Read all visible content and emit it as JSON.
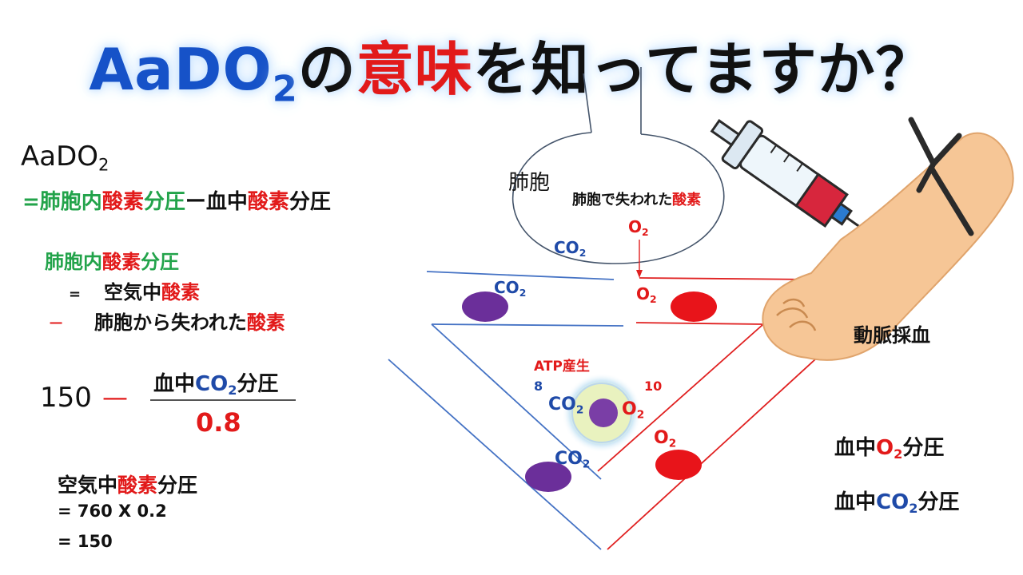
{
  "title": {
    "part1": "AaDO",
    "part1_sub": "2",
    "part2": "の",
    "part3": "意味",
    "part4": "を知ってますか？"
  },
  "formula": {
    "heading": "AaDO",
    "heading_sub": "2",
    "eq_prefix": "=",
    "eq_alv_inside": "肺胞内",
    "eq_acid_element": "酸素",
    "eq_partial": "分圧",
    "eq_dash": "ー",
    "eq_blood": "血中",
    "eq_acid_element2": "酸素",
    "eq_partial2": "分圧"
  },
  "alveolar": {
    "label_inside": "肺胞内",
    "label_oxygen": "酸素",
    "label_partial": "分圧",
    "line1_sign": "=",
    "line1_text": "空気中",
    "line1_oxygen": "酸素",
    "line2_sign": "−",
    "line2_text": "肺胞から失われた",
    "line2_oxygen": "酸素"
  },
  "fraction": {
    "lhs": "150",
    "minus": "—",
    "numerator_pre": "血中",
    "numerator_co": "CO",
    "numerator_sub": "2",
    "numerator_post": "分圧",
    "denominator": "0.8"
  },
  "air": {
    "label_pre": "空気中",
    "label_oxygen": "酸素",
    "label_post": "分圧",
    "line1": "= 760 X 0.2",
    "line2": "= 150"
  },
  "diagram": {
    "alveolus_label": "肺胞",
    "lost_oxygen_pre": "肺胞で失われた",
    "lost_oxygen_red": "酸素",
    "co2_text": "CO",
    "o2_text": "O",
    "sub2": "2",
    "atp_label": "ATP産生",
    "co2_count": "8",
    "o2_count": "10",
    "arterial_sampling": "動脈採血",
    "blood_o2_pre": "血中",
    "blood_o2_mid": "O",
    "blood_o2_post": "分圧",
    "blood_co2_pre": "血中",
    "blood_co2_mid": "CO",
    "blood_co2_post": "分圧"
  },
  "colors": {
    "blue": "#1f4aa8",
    "red": "#e21a1a",
    "green": "#22a34a",
    "rbc_red": "#e8141a",
    "rbc_purple": "#6b2f9a"
  }
}
